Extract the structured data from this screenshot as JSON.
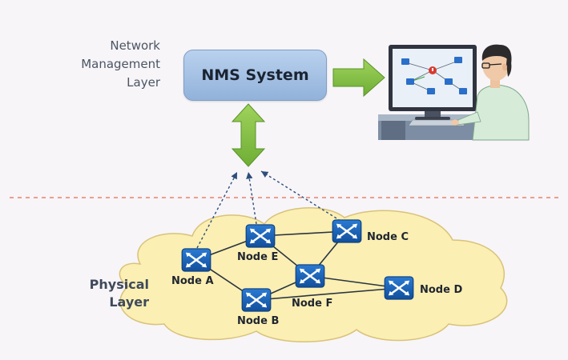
{
  "layers": {
    "management_label": [
      "Network",
      "Management",
      "Layer"
    ],
    "physical_label": [
      "Physical",
      "Layer"
    ]
  },
  "nms": {
    "title": "NMS System"
  },
  "nodes": {
    "a": "Node A",
    "b": "Node B",
    "c": "Node C",
    "d": "Node D",
    "e": "Node E",
    "f": "Node F"
  },
  "colors": {
    "nms_fill": "#a7c3e6",
    "arrow_green": "#84c046",
    "cloud_fill": "#fbefb3",
    "node_blue": "#1a63b8",
    "divider": "#e8826a",
    "links": "#2b3440",
    "management_links": "#2d4e7a"
  },
  "icons": {
    "node": "network-switch-icon",
    "operator": "operator-at-workstation-icon"
  }
}
